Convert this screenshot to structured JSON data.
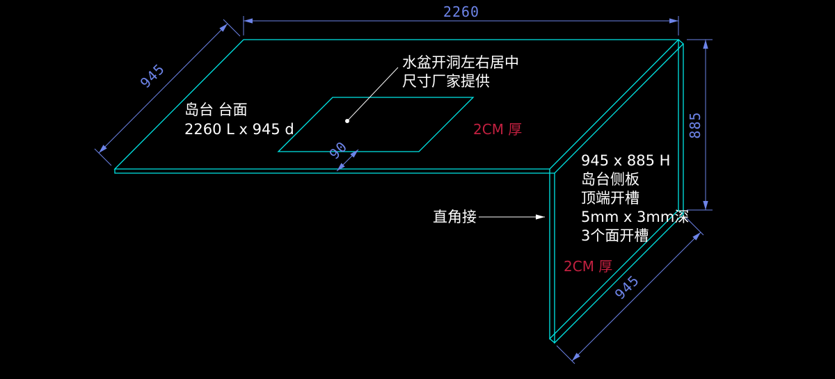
{
  "colors": {
    "background": "#000000",
    "geometry": "#00e8e8",
    "dimension": "#6d84e8",
    "annotation": "#ffffff",
    "thickness": "#c22040"
  },
  "dims": {
    "top_length": "2260",
    "left_depth": "945",
    "panel_height": "885",
    "panel_bottom_depth": "945",
    "sink_front_offset": "90"
  },
  "annotations": {
    "countertop_name": "岛台 台面",
    "countertop_size": "2260 L x 945 d",
    "sink_note_1": "水盆开洞左右居中",
    "sink_note_2": "尺寸厂家提供",
    "top_thickness": "2CM 厚",
    "panel_thickness": "2CM 厚",
    "joint": "直角接",
    "panel_specs": [
      "945 x 885 H",
      "岛台侧板",
      "顶端开槽",
      "5mm x 3mm深",
      "3个面开槽"
    ]
  }
}
